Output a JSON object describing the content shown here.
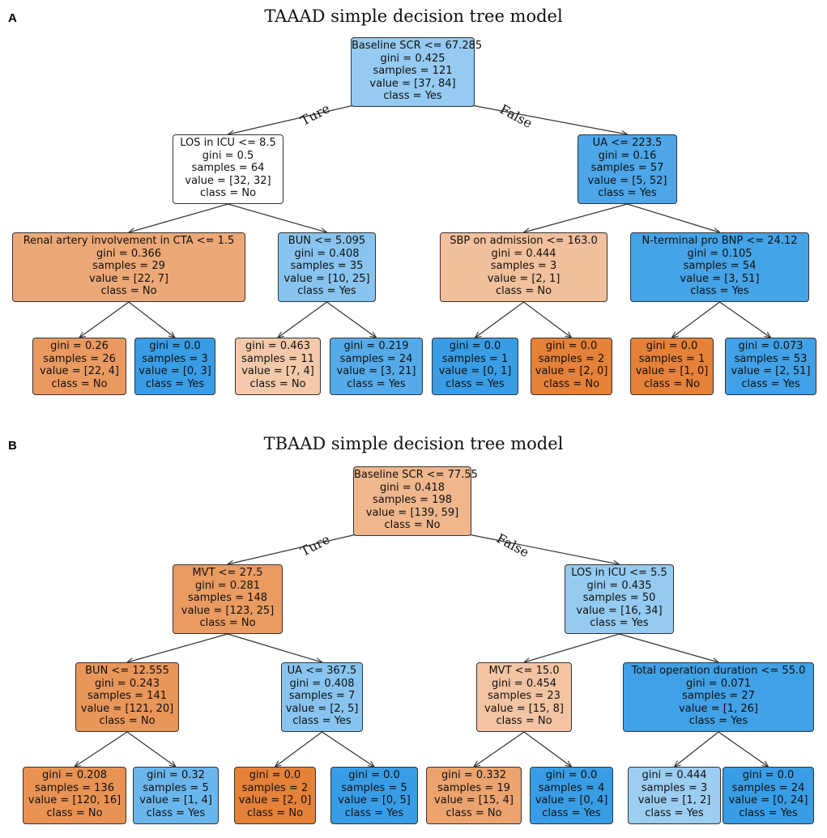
{
  "panels": [
    {
      "letter": "A",
      "title": "TAAAD simple decision tree model",
      "edge_labels": {
        "left": "Ture",
        "right": "False"
      },
      "nodes": {
        "root": {
          "lines": [
            "Baseline SCR <= 67.285",
            "gini = 0.425",
            "samples = 121",
            "value = [37, 84]",
            "class = Yes"
          ],
          "color": "#95cbf2"
        },
        "l": {
          "lines": [
            "LOS in ICU <= 8.5",
            "gini = 0.5",
            "samples = 64",
            "value = [32, 32]",
            "class = No"
          ],
          "color": "#ffffff"
        },
        "r": {
          "lines": [
            "UA <= 223.5",
            "gini = 0.16",
            "samples = 57",
            "value = [5, 52]",
            "class = Yes"
          ],
          "color": "#4ca6e8"
        },
        "ll": {
          "lines": [
            "Renal artery involvement in CTA <= 1.5",
            "gini = 0.366",
            "samples = 29",
            "value = [22, 7]",
            "class = No"
          ],
          "color": "#eda877"
        },
        "lr": {
          "lines": [
            "BUN <= 5.095",
            "gini = 0.408",
            "samples = 35",
            "value = [10, 25]",
            "class = Yes"
          ],
          "color": "#88c4ef"
        },
        "rl": {
          "lines": [
            "SBP on admission <= 163.0",
            "gini = 0.444",
            "samples = 3",
            "value = [2, 1]",
            "class = No"
          ],
          "color": "#f2c09c"
        },
        "rr": {
          "lines": [
            "N-terminal pro BNP <= 24.12",
            "gini = 0.105",
            "samples = 54",
            "value = [3, 51]",
            "class = Yes"
          ],
          "color": "#45a3e7"
        },
        "lll": {
          "lines": [
            "gini = 0.26",
            "samples = 26",
            "value = [22, 4]",
            "class = No"
          ],
          "color": "#ea9a61"
        },
        "llr": {
          "lines": [
            "gini = 0.0",
            "samples = 3",
            "value = [0, 3]",
            "class = Yes"
          ],
          "color": "#399de5"
        },
        "lrl": {
          "lines": [
            "gini = 0.463",
            "samples = 11",
            "value = [7, 4]",
            "class = No"
          ],
          "color": "#f4c9aa"
        },
        "lrr": {
          "lines": [
            "gini = 0.219",
            "samples = 24",
            "value = [3, 21]",
            "class = Yes"
          ],
          "color": "#55abe9"
        },
        "rll": {
          "lines": [
            "gini = 0.0",
            "samples = 1",
            "value = [0, 1]",
            "class = Yes"
          ],
          "color": "#399de5"
        },
        "rlr": {
          "lines": [
            "gini = 0.0",
            "samples = 2",
            "value = [2, 0]",
            "class = No"
          ],
          "color": "#e58139"
        },
        "rrl": {
          "lines": [
            "gini = 0.0",
            "samples = 1",
            "value = [1, 0]",
            "class = No"
          ],
          "color": "#e58139"
        },
        "rrr": {
          "lines": [
            "gini = 0.073",
            "samples = 53",
            "value = [2, 51]",
            "class = Yes"
          ],
          "color": "#41a1e6"
        }
      }
    },
    {
      "letter": "B",
      "title": "TBAAD simple decision tree model",
      "edge_labels": {
        "left": "Ture",
        "right": "False"
      },
      "nodes": {
        "root": {
          "lines": [
            "Baseline SCR <= 77.55",
            "gini = 0.418",
            "samples = 198",
            "value = [139, 59]",
            "class = No"
          ],
          "color": "#f0b78d"
        },
        "l": {
          "lines": [
            "MVT <= 27.5",
            "gini = 0.281",
            "samples = 148",
            "value = [123, 25]",
            "class = No"
          ],
          "color": "#ea9b61"
        },
        "r": {
          "lines": [
            "LOS in ICU <= 5.5",
            "gini = 0.435",
            "samples = 50",
            "value = [16, 34]",
            "class = Yes"
          ],
          "color": "#96cbf1"
        },
        "ll": {
          "lines": [
            "BUN <= 12.555",
            "gini = 0.243",
            "samples = 141",
            "value = [121, 20]",
            "class = No"
          ],
          "color": "#e9965a"
        },
        "lr": {
          "lines": [
            "UA <= 367.5",
            "gini = 0.408",
            "samples = 7",
            "value = [2, 5]",
            "class = Yes"
          ],
          "color": "#88c4ef"
        },
        "rl": {
          "lines": [
            "MVT <= 15.0",
            "gini = 0.454",
            "samples = 23",
            "value = [15, 8]",
            "class = No"
          ],
          "color": "#f3c4a3"
        },
        "rr": {
          "lines": [
            "Total operation duration <= 55.0",
            "gini = 0.071",
            "samples = 27",
            "value = [1, 26]",
            "class = Yes"
          ],
          "color": "#41a1e6"
        },
        "lll": {
          "lines": [
            "gini = 0.208",
            "samples = 136",
            "value = [120, 16]",
            "class = No"
          ],
          "color": "#e89253"
        },
        "llr": {
          "lines": [
            "gini = 0.32",
            "samples = 5",
            "value = [1, 4]",
            "class = Yes"
          ],
          "color": "#6ab6ec"
        },
        "lrl": {
          "lines": [
            "gini = 0.0",
            "samples = 2",
            "value = [2, 0]",
            "class = No"
          ],
          "color": "#e58139"
        },
        "lrr": {
          "lines": [
            "gini = 0.0",
            "samples = 5",
            "value = [0, 5]",
            "class = Yes"
          ],
          "color": "#399de5"
        },
        "rll": {
          "lines": [
            "gini = 0.332",
            "samples = 19",
            "value = [15, 4]",
            "class = No"
          ],
          "color": "#eca36e"
        },
        "rlr": {
          "lines": [
            "gini = 0.0",
            "samples = 4",
            "value = [0, 4]",
            "class = Yes"
          ],
          "color": "#399de5"
        },
        "rrl": {
          "lines": [
            "gini = 0.444",
            "samples = 3",
            "value = [1, 2]",
            "class = Yes"
          ],
          "color": "#9ccef2"
        },
        "rrr": {
          "lines": [
            "gini = 0.0",
            "samples = 24",
            "value = [0, 24]",
            "class = Yes"
          ],
          "color": "#399de5"
        }
      }
    }
  ]
}
